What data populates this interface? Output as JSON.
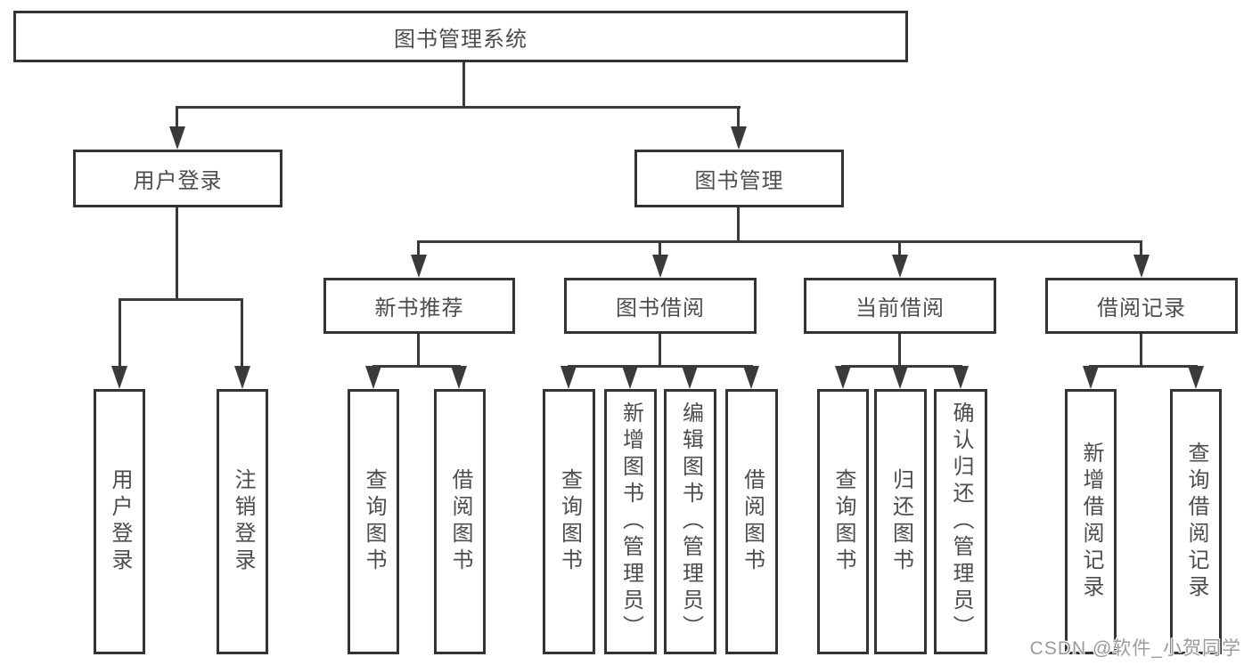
{
  "tree": {
    "label": "图书管理系统",
    "children": [
      {
        "label": "用户登录",
        "children": [
          {
            "label": "用户登录"
          },
          {
            "label": "注销登录"
          }
        ]
      },
      {
        "label": "图书管理",
        "children": [
          {
            "label": "新书推荐",
            "children": [
              {
                "label": "查询图书"
              },
              {
                "label": "借阅图书"
              }
            ]
          },
          {
            "label": "图书借阅",
            "children": [
              {
                "label": "查询图书"
              },
              {
                "label": "新增图书（管理员）"
              },
              {
                "label": "编辑图书（管理员）"
              },
              {
                "label": "借阅图书"
              }
            ]
          },
          {
            "label": "当前借阅",
            "children": [
              {
                "label": "查询图书"
              },
              {
                "label": "归还图书"
              },
              {
                "label": "确认归还（管理员）"
              }
            ]
          },
          {
            "label": "借阅记录",
            "children": [
              {
                "label": "新增借阅记录"
              },
              {
                "label": "查询借阅记录"
              }
            ]
          }
        ]
      }
    ]
  },
  "watermark": "CSDN @软件_小贺同学",
  "colors": {
    "line": "#3a3a3a",
    "border": "#333333",
    "text": "#4d4d4d",
    "watermark": "#9b9b9b",
    "background": "#ffffff"
  }
}
